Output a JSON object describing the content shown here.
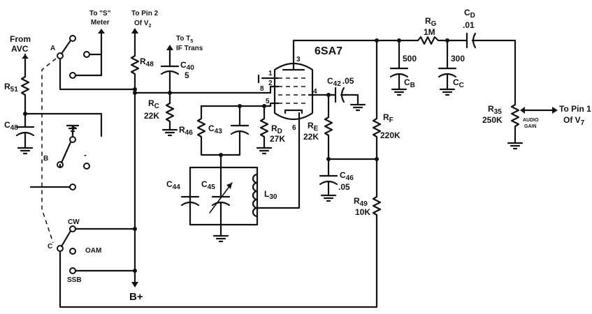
{
  "labels": {
    "from_avc_1": "From",
    "from_avc_2": "AVC",
    "to_s_meter_1": "To \"S\"",
    "to_s_meter_2": "Meter",
    "to_pin2_1": "To Pin 2",
    "to_pin2_2": "Of V",
    "to_pin2_sub": "2",
    "to_t5_1": "To T",
    "to_t5_sub": "5",
    "to_t5_2": "IF Trans",
    "to_pin1_1": "To Pin 1",
    "to_pin1_2": "Of V",
    "to_pin1_sub": "7",
    "b_plus": "B+",
    "tube_name": "6SA7",
    "audio_gain_1": "AUDIO",
    "audio_gain_2": "GAIN"
  },
  "switch_labels": {
    "a": "A",
    "b": "B",
    "c": "C",
    "cw": "CW",
    "oam": "OAM",
    "ssb": "SSB",
    "plus": "+",
    "minus": "-"
  },
  "components": {
    "r51": {
      "name": "R",
      "sub": "51"
    },
    "c48": {
      "name": "C",
      "sub": "48"
    },
    "r48": {
      "name": "R",
      "sub": "48"
    },
    "c40": {
      "name": "C",
      "sub": "40",
      "value": "5"
    },
    "rc": {
      "name": "R",
      "sub": "C",
      "value": "22K"
    },
    "r46": {
      "name": "R",
      "sub": "46"
    },
    "c43": {
      "name": "C",
      "sub": "43"
    },
    "rd": {
      "name": "R",
      "sub": "D",
      "value": "27K"
    },
    "c44": {
      "name": "C",
      "sub": "44"
    },
    "c45": {
      "name": "C",
      "sub": "45"
    },
    "l30": {
      "name": "L",
      "sub": "30"
    },
    "c42": {
      "name": "C",
      "sub": "42",
      "value": ".05"
    },
    "re": {
      "name": "R",
      "sub": "E",
      "value": "22K"
    },
    "c46": {
      "name": "C",
      "sub": "46",
      "value": ".05"
    },
    "rf": {
      "name": "R",
      "sub": "F",
      "value": "220K"
    },
    "r49": {
      "name": "R",
      "sub": "49",
      "value": "10K"
    },
    "cb": {
      "name": "C",
      "sub": "B",
      "value": "500"
    },
    "cc": {
      "name": "C",
      "sub": "C",
      "value": "300"
    },
    "rg": {
      "name": "R",
      "sub": "G",
      "value": "1M"
    },
    "cd": {
      "name": "C",
      "sub": "D",
      "value": ".01"
    },
    "r35": {
      "name": "R",
      "sub": "35",
      "value": "250K"
    }
  },
  "pins": {
    "p1": "1",
    "p2": "2",
    "p3": "3",
    "p4": "4",
    "p5": "5",
    "p6": "6",
    "p8": "8"
  }
}
